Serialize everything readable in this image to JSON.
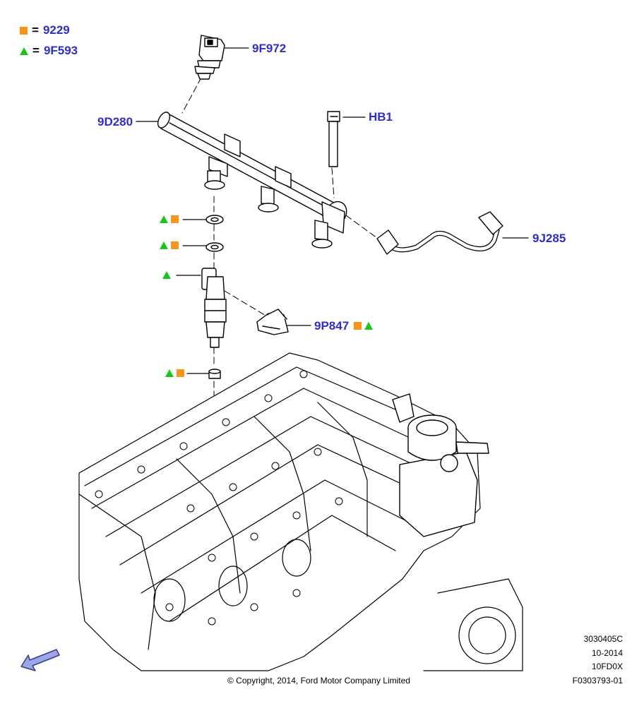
{
  "legend": {
    "square_code": "9229",
    "triangle_code": "9F593",
    "equals": "="
  },
  "callouts": {
    "pressure_sensor": "9F972",
    "fuel_rail": "9D280",
    "bolt": "HB1",
    "fuel_line": "9J285",
    "clip": "9P847"
  },
  "metadata": {
    "code": "3030405C",
    "date": "10-2014",
    "model": "10FD0X",
    "figure_id": "F0303793-01"
  },
  "copyright": "© Copyright, 2014, Ford Motor Company Limited",
  "colors": {
    "callout_text": "#2e2ec8",
    "square_marker": "#f7941d",
    "triangle_marker": "#19c619",
    "nav_arrow": "#9aa8e8"
  }
}
